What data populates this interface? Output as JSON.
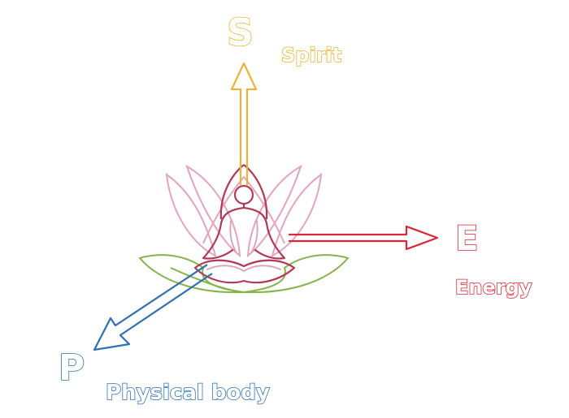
{
  "axes": [
    {
      "letter": "S",
      "label": "Spirit",
      "color": "#e8b43c"
    },
    {
      "letter": "E",
      "label": "Energy",
      "color": "#d62836"
    },
    {
      "letter": "P",
      "label": "Physical body",
      "color": "#2f6fb0"
    }
  ],
  "colors": {
    "lotus_pink": "#e3a4bd",
    "lotus_green": "#86b34a",
    "figure": "#b03a55",
    "figure_inner": "#d9a0b4"
  }
}
